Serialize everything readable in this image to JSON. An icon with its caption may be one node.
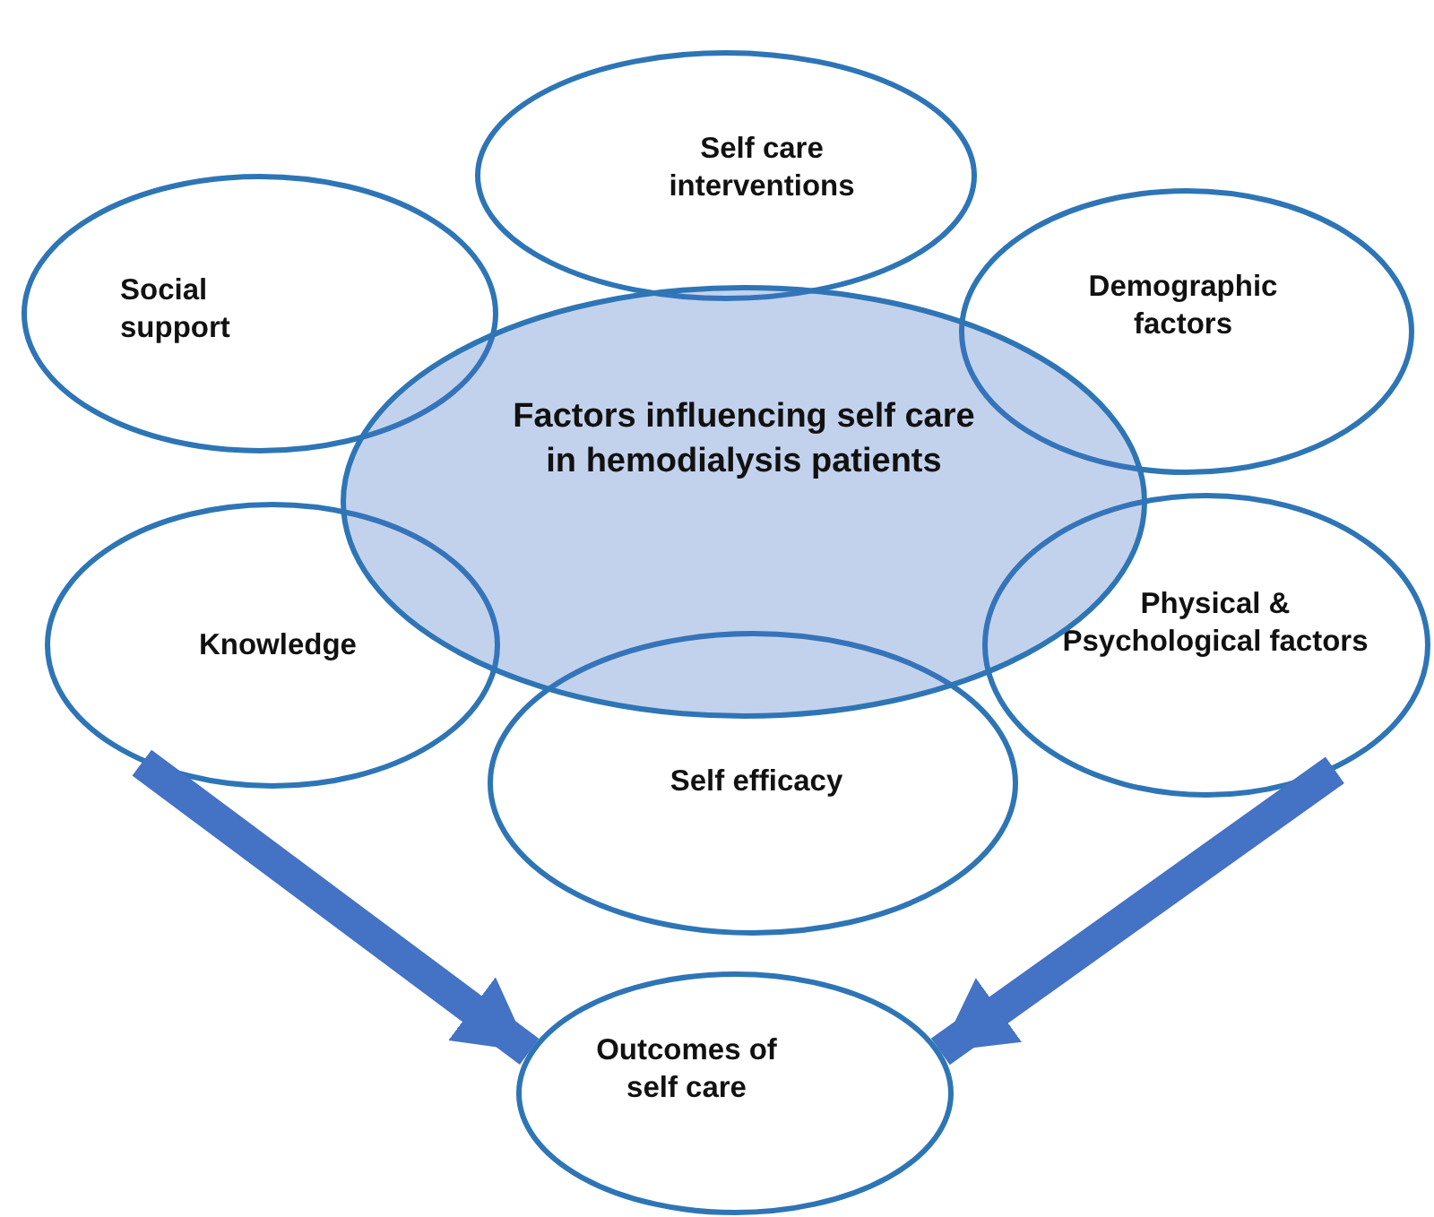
{
  "diagram": {
    "nodes": [
      {
        "text": [
          "Self care interventions"
        ]
      },
      {
        "text": [
          "Social support"
        ]
      },
      {
        "text": [
          "Demographic factors"
        ]
      },
      {
        "text": [
          "Factors influencing self care in hemodialysis patients"
        ]
      },
      {
        "text": [
          "Knowledge"
        ]
      },
      {
        "text": [
          "Physical & Psychological factors"
        ]
      },
      {
        "text": [
          "Self efficacy"
        ]
      },
      {
        "text": [
          "Outcomes of self care"
        ]
      }
    ],
    "edges": [
      {
        "from": 4,
        "to": 7,
        "arrow": "to"
      },
      {
        "from": 5,
        "to": 7,
        "arrow": "to"
      }
    ]
  }
}
